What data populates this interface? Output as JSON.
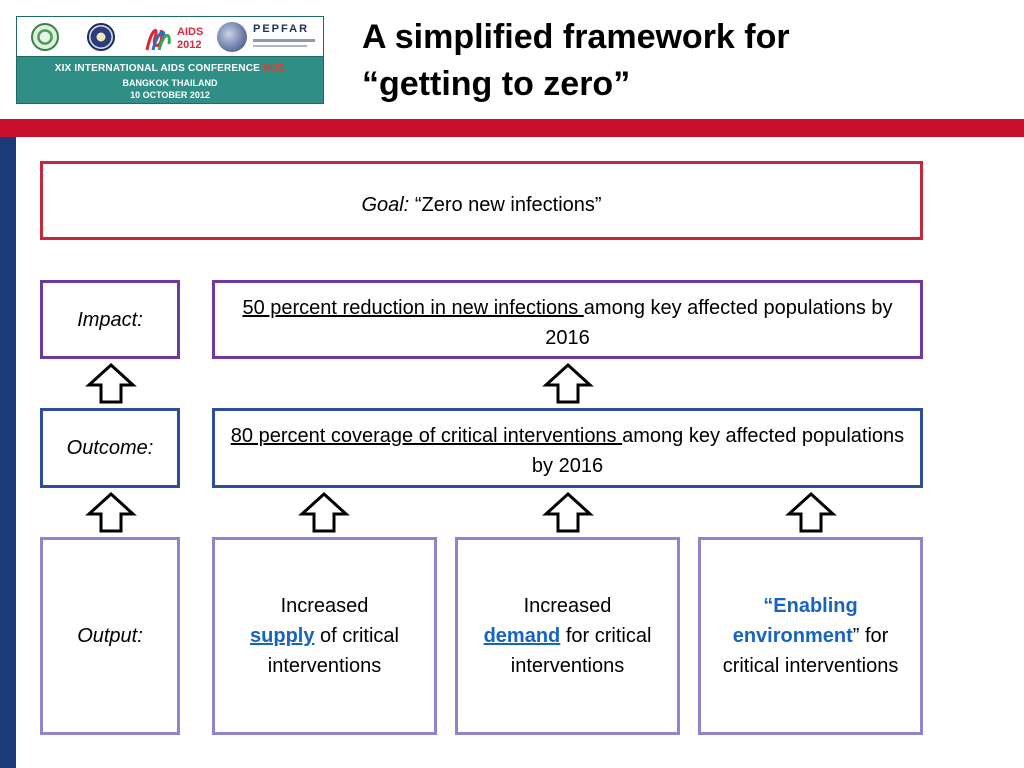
{
  "banner": {
    "logos": [
      "government-seal-icon",
      "us-state-department-seal-icon",
      "aids-2012-ribbon-logo",
      "pepfar-logo"
    ],
    "aids_logo_text_1": "AIDS",
    "aids_logo_text_2": "2012",
    "pepfar_text": "PEPFAR",
    "conference_prefix": "XIX INTERNATIONAL AIDS CONFERENCE",
    "conference_hub": "HUB",
    "location": "BANGKOK THAILAND",
    "date": "10 OCTOBER 2012",
    "hub_color": "#e53a2f",
    "background_color": "#2f8f86"
  },
  "title": {
    "line1": "A simplified framework for",
    "line2": "“getting to zero”"
  },
  "colors": {
    "red_bar": "#c8102e",
    "blue_bar": "#1b3a7a",
    "goal_border": "#c8243a",
    "impact_border": "#6f3a9e",
    "outcome_border": "#2e4d9c",
    "output_border": "#8d86cf",
    "highlight_text": "#1565c0"
  },
  "goal": {
    "label": "Goal:",
    "text": "“Zero new infections”"
  },
  "impact": {
    "label": "Impact:",
    "underlined": "50 percent reduction in new infections ",
    "rest": "among key affected populations by 2016"
  },
  "outcome": {
    "label": "Outcome:",
    "underlined": "80 percent coverage of critical interventions ",
    "rest": "among key affected populations by 2016"
  },
  "output": {
    "label": "Output:",
    "supply": {
      "pre": "Increased",
      "highlight": "supply",
      "post": " of critical interventions"
    },
    "demand": {
      "pre": "Increased",
      "highlight": "demand",
      "post": " for critical interventions"
    },
    "environment": {
      "highlight": "“Enabling environment",
      "post": "” for critical interventions"
    }
  },
  "arrow_icon": "up-arrow-outline-icon"
}
